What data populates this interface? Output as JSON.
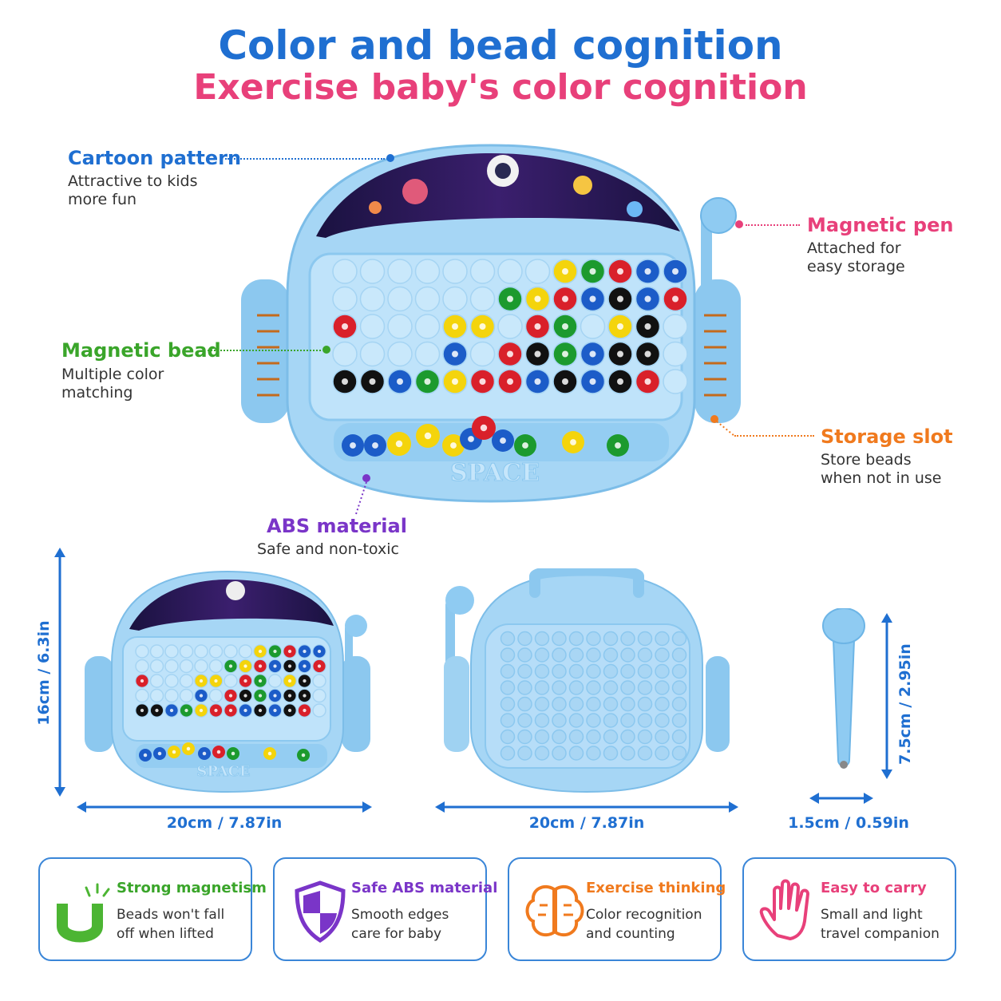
{
  "heading": {
    "title": "Color and bead cognition",
    "subtitle": "Exercise baby's color cognition"
  },
  "callouts": {
    "cartoon": {
      "title": "Cartoon pattern",
      "line1": "Attractive to kids",
      "line2": "more fun",
      "color": "#1f6fd1"
    },
    "bead": {
      "title": "Magnetic bead",
      "line1": "Multiple color",
      "line2": "matching",
      "color": "#3aa52a"
    },
    "abs": {
      "title": "ABS material",
      "line1": "Safe and non-toxic",
      "color": "#7a35c8"
    },
    "pen": {
      "title": "Magnetic pen",
      "line1": "Attached for",
      "line2": "easy storage",
      "color": "#e8407a"
    },
    "slot": {
      "title": "Storage slot",
      "line1": "Store beads",
      "line2": "when not in use",
      "color": "#f07a1e"
    }
  },
  "product": {
    "brand_text": "SPACE",
    "bead_colors": {
      "red": "#d9202a",
      "yellow": "#f4d40c",
      "green": "#1c9a2e",
      "blue": "#1c5cc8",
      "black": "#111111"
    }
  },
  "dimensions": {
    "front_height": "16cm / 6.3in",
    "front_width": "20cm / 7.87in",
    "back_width": "20cm / 7.87in",
    "pen_length": "7.5cm / 2.95in",
    "pen_diameter": "1.5cm / 0.59in"
  },
  "features": [
    {
      "title": "Strong magnetism",
      "line1": "Beads won't fall",
      "line2": "off when lifted",
      "color": "#3aa52a",
      "icon": "magnet-icon"
    },
    {
      "title": "Safe ABS material",
      "line1": "Smooth edges",
      "line2": "care for baby",
      "color": "#7a35c8",
      "icon": "shield-icon"
    },
    {
      "title": "Exercise thinking",
      "line1": "Color recognition",
      "line2": "and counting",
      "color": "#f07a1e",
      "icon": "brain-icon"
    },
    {
      "title": "Easy to carry",
      "line1": "Small and light",
      "line2": "travel companion",
      "color": "#e8407a",
      "icon": "hand-icon"
    }
  ]
}
